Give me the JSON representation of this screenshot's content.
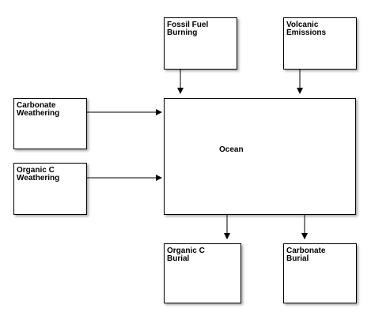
{
  "nodes": {
    "fossil_fuel": "Fossil Fuel\nBurning",
    "volcanic": "Volcanic\nEmissions",
    "carbonate_weathering": "Carbonate\nWeathering",
    "organic_weathering": "Organic C\nWeathering",
    "ocean": "Ocean",
    "organic_burial": "Organic C\nBurial",
    "carbonate_burial": "Carbonate\nBurial"
  }
}
